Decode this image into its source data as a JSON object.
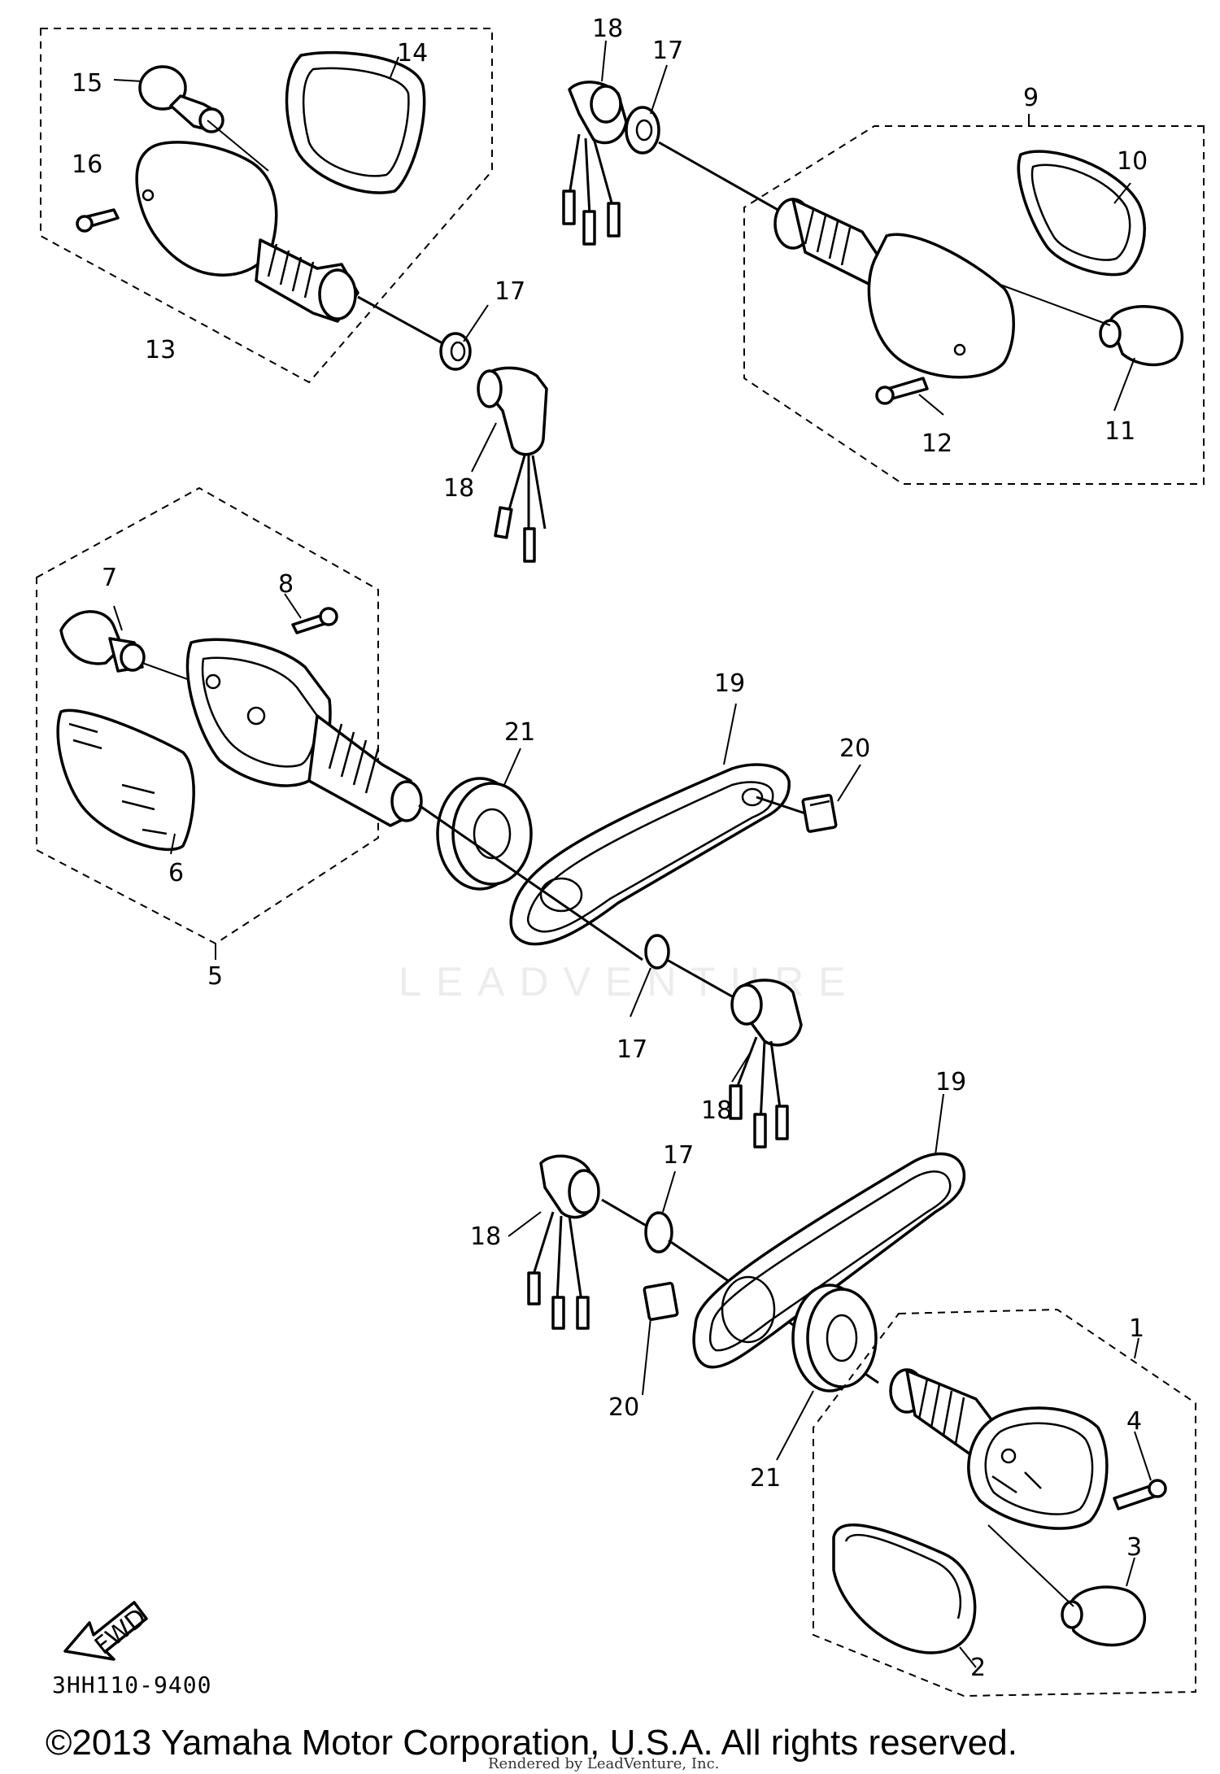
{
  "diagram": {
    "part_code": "3HH110-9400",
    "copyright": "©2013 Yamaha Motor Corporation, U.S.A. All rights reserved.",
    "rendered_by": "Rendered by LeadVenture, Inc.",
    "watermark": "LEADVENTURE",
    "fwd_label": "FWD",
    "callouts": [
      "1",
      "2",
      "3",
      "4",
      "5",
      "6",
      "7",
      "8",
      "9",
      "10",
      "11",
      "12",
      "13",
      "14",
      "15",
      "16",
      "17",
      "17",
      "17",
      "17",
      "18",
      "18",
      "18",
      "18",
      "19",
      "19",
      "20",
      "20",
      "21",
      "21"
    ]
  }
}
